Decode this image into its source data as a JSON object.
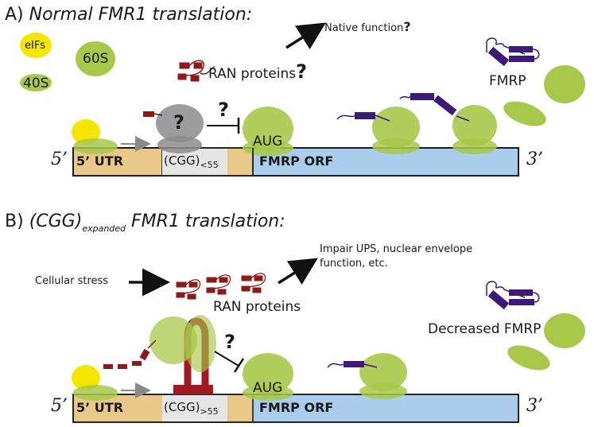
{
  "panelA": {
    "letter": "A)",
    "title": "Normal FMR1 translation:",
    "eifs": "eIFs",
    "s60": "60S",
    "s40": "40S",
    "native": "Native function",
    "qmark": "?",
    "ran": "RAN proteins",
    "fmrp": "FMRP",
    "aug": "AUG",
    "five": "5’",
    "three": "3’",
    "utr": "5’ UTR",
    "cgg": "(CGG)",
    "cgg_sub": "<55",
    "orf": "FMRP ORF"
  },
  "panelB": {
    "letter": "B)",
    "cgg_title": "(CGG)",
    "expanded": "expanded",
    "title_rest": "FMR1 translation:",
    "impair_1": "Impair UPS, nuclear envelope",
    "impair_2": "function, etc.",
    "stress": "Cellular stress",
    "ran": "RAN proteins",
    "qmark": "?",
    "decreased": "Decreased FMRP",
    "aug": "AUG",
    "five": "5’",
    "three": "3’",
    "utr": "5’ UTR",
    "cgg": "(CGG)",
    "cgg_sub": ">55",
    "orf": "FMRP ORF"
  },
  "colors": {
    "ribosome": "#a8c84a",
    "eif": "#f5e600",
    "utr": "#e8c98a",
    "cgg_region": "#e6e6e6",
    "orf": "#a9cdea",
    "ran": "#8b1a1a",
    "fmrp": "#3d1a78",
    "grey_complex": "#8c8c8c"
  }
}
